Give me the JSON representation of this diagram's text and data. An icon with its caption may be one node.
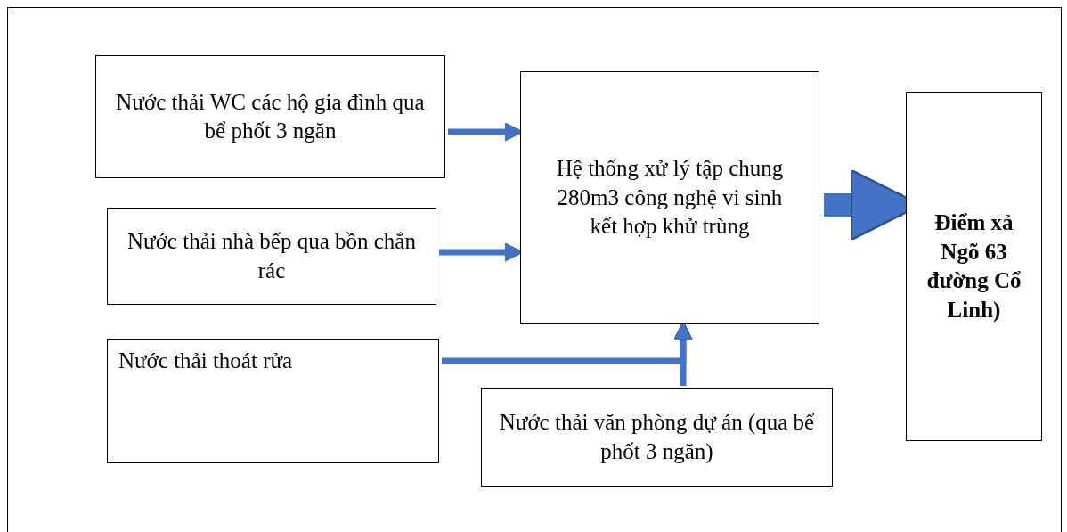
{
  "diagram": {
    "nodes": [
      {
        "text": [
          "Nước thải WC các hộ gia đình qua bể phốt 3 ngăn"
        ]
      },
      {
        "text": [
          "Hệ thống xử lý tập chung 280m3 công nghệ vi sinh kết hợp khử trùng"
        ]
      },
      {
        "text": [
          "Điểm xả Ngõ 63 đường Cổ Linh)"
        ]
      },
      {
        "text": [
          "Nước thải nhà bếp qua bồn chắn rác"
        ]
      },
      {
        "text": [
          "Nước thải thoát rửa"
        ]
      },
      {
        "text": [
          "Nước thải văn phòng dự án (qua bể phốt 3 ngăn)"
        ]
      }
    ],
    "edges": [
      {
        "from": 0,
        "to": 1,
        "arrow": "to"
      },
      {
        "from": 3,
        "to": 1,
        "arrow": "to"
      },
      {
        "from": 4,
        "to": 1,
        "arrow": "to"
      },
      {
        "from": 5,
        "to": 1,
        "arrow": "to"
      },
      {
        "from": 1,
        "to": 2,
        "arrow": "to",
        "style": "thick"
      }
    ]
  }
}
